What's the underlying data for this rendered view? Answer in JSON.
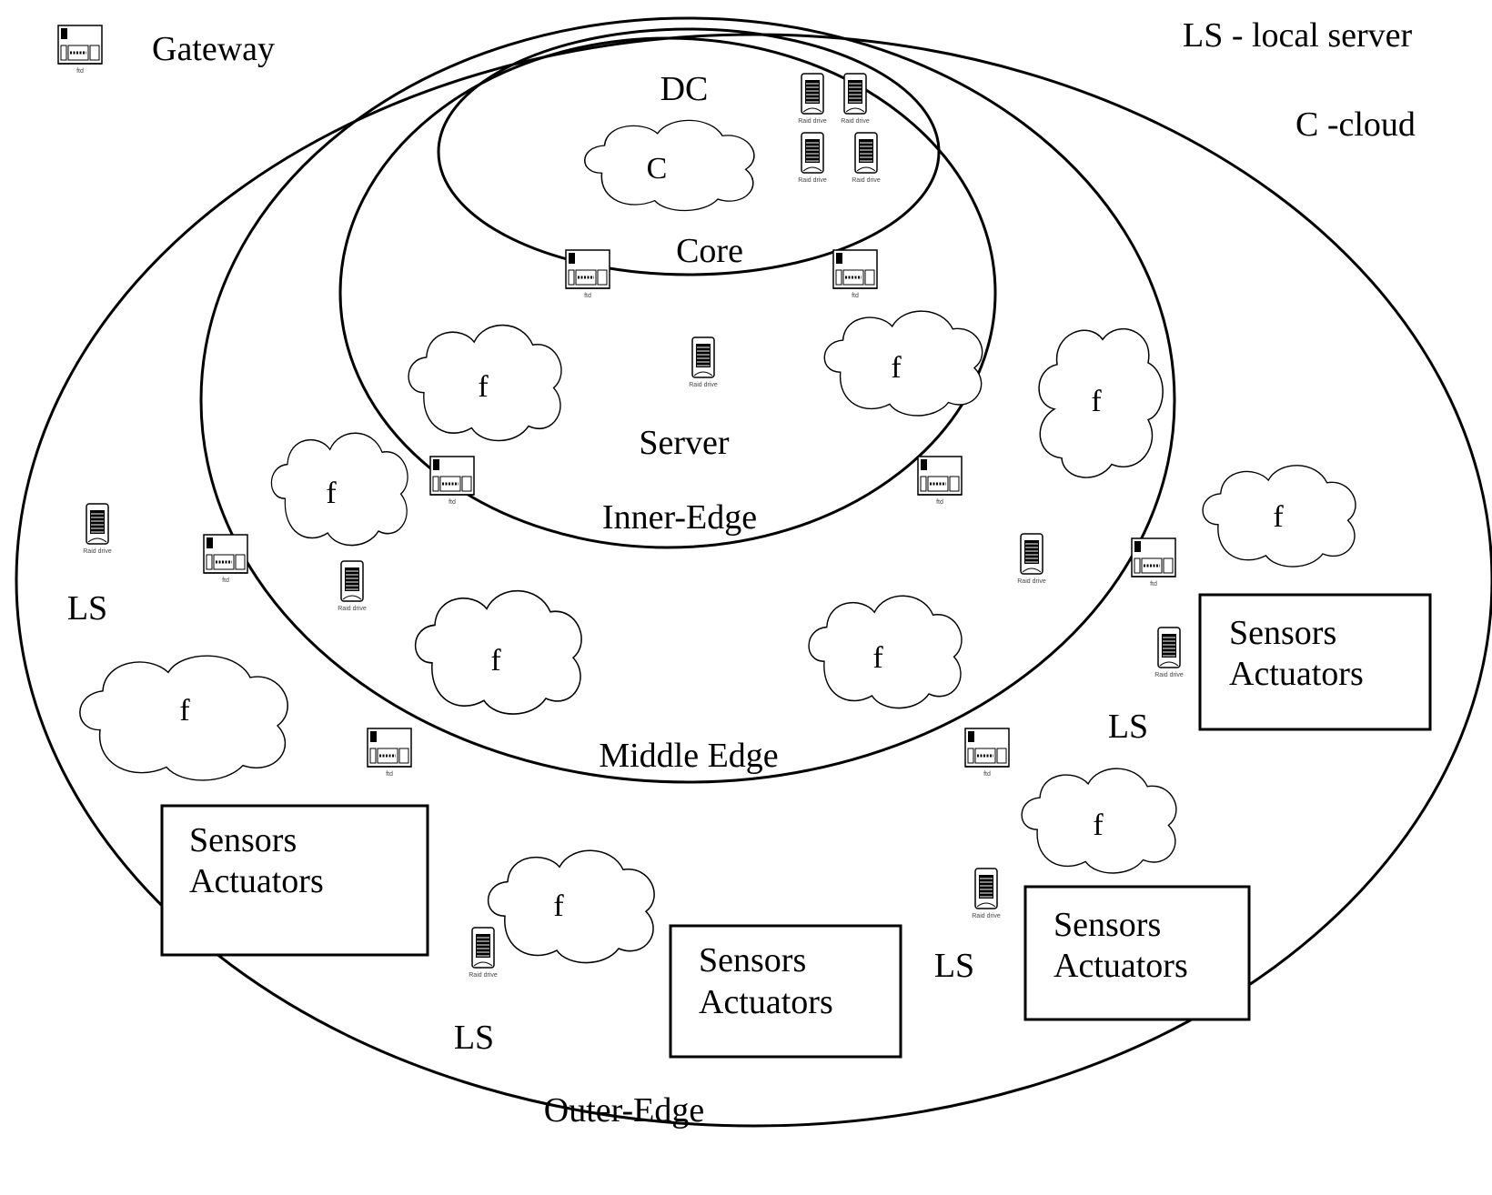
{
  "legend": {
    "gateway": "Gateway",
    "local_server": "LS - local server",
    "cloud": "C -cloud"
  },
  "layers": {
    "dc": "DC",
    "core": "Core",
    "server": "Server",
    "inner_edge": "Inner-Edge",
    "middle_edge": "Middle Edge",
    "outer_edge": "Outer-Edge"
  },
  "cloud_center_label": "C",
  "fog_label": "f",
  "ls_label": "LS",
  "device_box": {
    "line1": "Sensors",
    "line2": "Actuators"
  },
  "icon_captions": {
    "raid": "Raid drive",
    "gateway": "ftd"
  },
  "colors": {
    "stroke": "#000000",
    "background": "#ffffff"
  }
}
